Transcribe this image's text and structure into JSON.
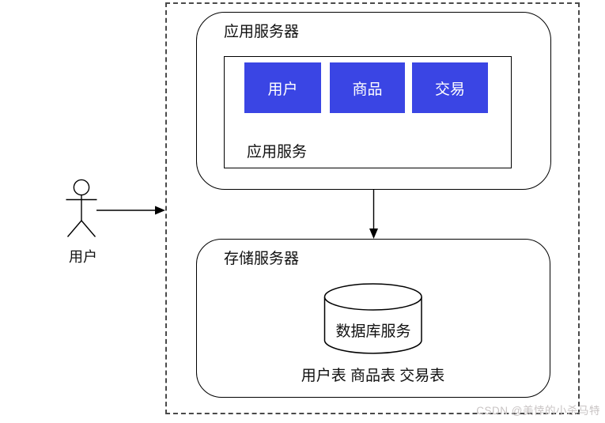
{
  "diagram": {
    "actor": {
      "label": "用户"
    },
    "app_server": {
      "title": "应用服务器",
      "service_group": {
        "label": "应用服务",
        "modules": [
          {
            "label": "用户"
          },
          {
            "label": "商品"
          },
          {
            "label": "交易"
          }
        ]
      }
    },
    "storage_server": {
      "title": "存储服务器",
      "database_label": "数据库服务",
      "tables_label": "用户表 商品表 交易表"
    },
    "colors": {
      "module_fill": "#3a45e4",
      "module_text": "#ffffff",
      "line_stroke": "#000000",
      "boundary_stroke": "#4a4a4a",
      "watermark_text": "#c9c4c4"
    }
  },
  "watermark": {
    "text": "CSDN @美悻的小杀马特"
  }
}
